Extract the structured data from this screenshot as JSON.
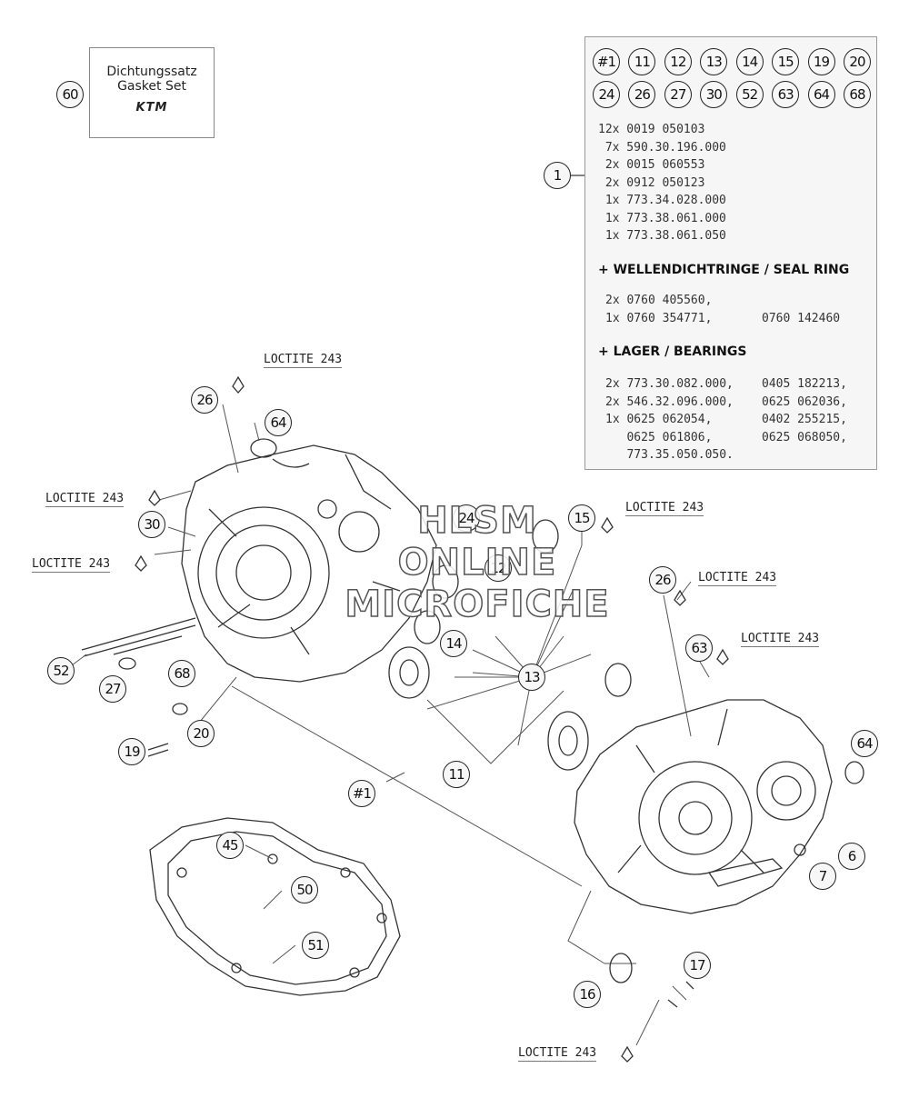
{
  "gasket_set": {
    "callout": "60",
    "line1": "Dichtungssatz",
    "line2": "Gasket Set",
    "brand": "KTM"
  },
  "kit": {
    "callouts_row1": [
      "#1",
      "11",
      "12",
      "13",
      "14",
      "15",
      "19",
      "20"
    ],
    "callouts_row2": [
      "24",
      "26",
      "27",
      "30",
      "52",
      "63",
      "64",
      "68"
    ],
    "kit_callout": "1",
    "screws": [
      "12x 0019 050103",
      " 7x 590.30.196.000",
      " 2x 0015 060553",
      " 2x 0912 050123",
      " 1x 773.34.028.000",
      " 1x 773.38.061.000",
      " 1x 773.38.061.050"
    ],
    "seal_heading": "+ WELLENDICHTRINGE /  SEAL RING",
    "seal_rows": [
      [
        "2x 0760 405560,",
        ""
      ],
      [
        "1x 0760 354771,",
        "0760 142460"
      ]
    ],
    "bearing_heading": "+ LAGER / BEARINGS",
    "bearing_rows": [
      [
        "2x 773.30.082.000,",
        "0405 182213,"
      ],
      [
        "2x 546.32.096.000,",
        "0625 062036,"
      ],
      [
        "1x 0625 062054,",
        "0402 255215,"
      ],
      [
        "   0625 061806,",
        "0625 068050,"
      ],
      [
        "   773.35.050.050.",
        ""
      ]
    ]
  },
  "watermark": {
    "line1": "HLSM",
    "line2": "ONLINE",
    "line3": "MICROFICHE"
  },
  "loctite_label": "LOCTITE 243",
  "callouts": {
    "c26a": "26",
    "c64a": "64",
    "c30": "30",
    "c24": "24",
    "c12": "12",
    "c15": "15",
    "c14": "14",
    "c13": "13",
    "c26b": "26",
    "c63": "63",
    "c52": "52",
    "c27": "27",
    "c68": "68",
    "c19": "19",
    "c20": "20",
    "c11": "11",
    "c1hash": "#1",
    "c64b": "64",
    "c6": "6",
    "c7": "7",
    "c45": "45",
    "c50": "50",
    "c51": "51",
    "c16": "16",
    "c17": "17"
  },
  "colors": {
    "line": "#333333",
    "callout_fill": "#f7f7f7",
    "kit_box_fill": "#f6f6f6"
  }
}
